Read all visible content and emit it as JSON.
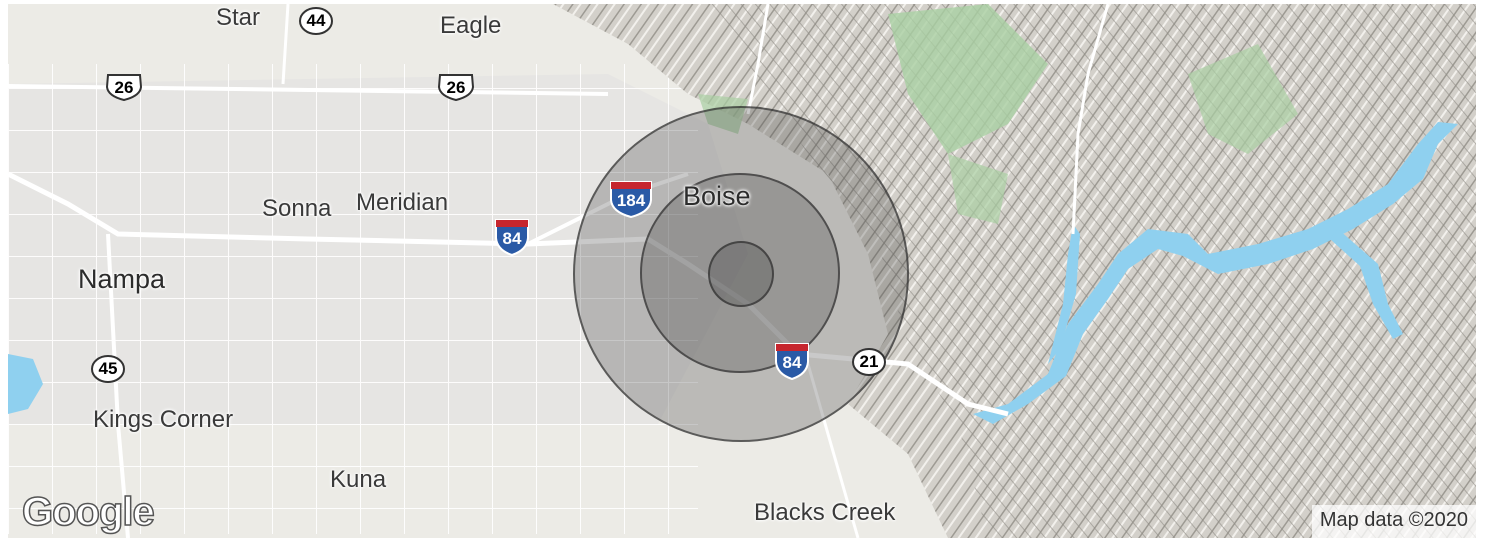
{
  "map": {
    "places": [
      {
        "name": "Star"
      },
      {
        "name": "Eagle"
      },
      {
        "name": "Sonna"
      },
      {
        "name": "Meridian"
      },
      {
        "name": "Boise"
      },
      {
        "name": "Nampa"
      },
      {
        "name": "Kings Corner"
      },
      {
        "name": "Kuna"
      },
      {
        "name": "Blacks Creek"
      }
    ],
    "shields": {
      "us26_a": "26",
      "us26_b": "26",
      "id44": "44",
      "id45": "45",
      "id21": "21",
      "i184": "184",
      "i84_a": "84",
      "i84_b": "84"
    },
    "radius_rings": [
      "inner",
      "middle",
      "outer"
    ],
    "logo": "Google",
    "attribution": "Map data ©2020"
  },
  "colors": {
    "land": "#eceae5",
    "mountains": "#c9c6bf",
    "forest": "#a8cfa0",
    "water": "#8fd0ef",
    "road": "#ffffff",
    "ring_fill": "rgba(60,60,60,0.28)",
    "ring_stroke": "#333333"
  }
}
